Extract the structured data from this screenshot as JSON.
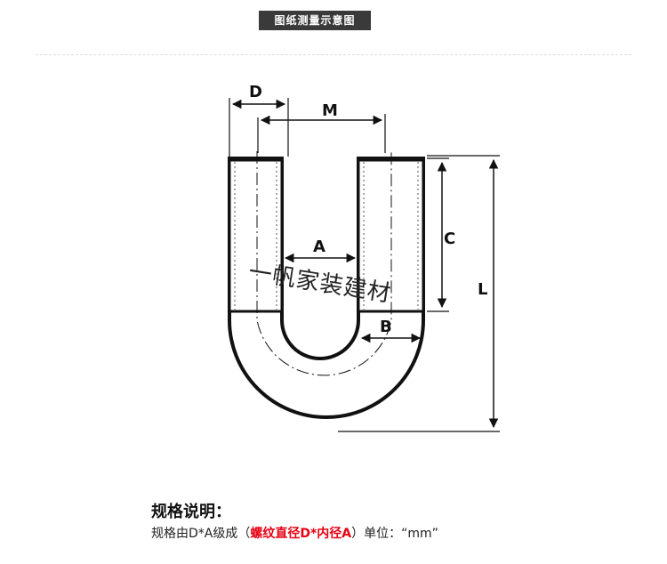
{
  "header": {
    "badge_text": "图纸测量示意图"
  },
  "diagram": {
    "labels": {
      "d": "D",
      "m": "M",
      "a": "A",
      "c": "C",
      "l": "L",
      "b": "B"
    }
  },
  "watermark": {
    "text": "一帆家装建材"
  },
  "spec": {
    "title": "规格说明：",
    "line_prefix": "规格由D*A级成（",
    "line_highlight": "螺纹直径D*内径A",
    "line_suffix": "）单位：“mm”"
  },
  "colors": {
    "badge_bg": "#3a3a3a",
    "highlight": "#e60012",
    "line": "#111111"
  }
}
